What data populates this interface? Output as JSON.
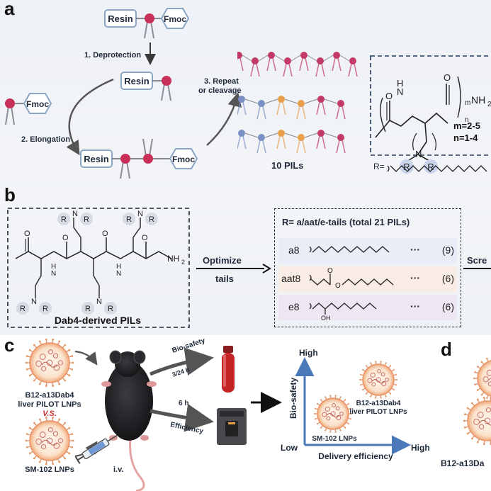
{
  "panel_a": {
    "letter": "a",
    "resin": "Resin",
    "fmoc": "Fmoc",
    "step1": "1. Deprotection",
    "step2": "2. Elongation",
    "step3_line1": "3. Repeat",
    "step3_line2": "or cleavage",
    "pils_count": "10 PILs",
    "nh2": "NH",
    "nh2_sub": "2",
    "m_sub": "m",
    "n_sub": "n",
    "h_label": "H",
    "n_label": "N",
    "o_label": "O",
    "r_label": "R",
    "m_range": "m=2-5",
    "n_range": "n=1-4",
    "r_eq": "R="
  },
  "panel_b": {
    "letter": "b",
    "structure_caption": "Dab4-derived PILs",
    "optimize_line1": "Optimize",
    "optimize_line2": "tails",
    "tails_title": "R= a/aat/e-tails (total 21 PILs)",
    "tails": [
      {
        "name": "a8",
        "count": "(9)",
        "bg": "#e9edf7"
      },
      {
        "name": "aat8",
        "count": "(6)",
        "bg": "#f8ece4"
      },
      {
        "name": "e8",
        "count": "(6)",
        "bg": "#ece7f2"
      }
    ],
    "ellipsis": "···",
    "screen_label": "Scre",
    "nh2": "NH",
    "nh2_sub": "2",
    "oh": "OH",
    "r": "R",
    "n": "N",
    "h": "H",
    "o": "O"
  },
  "panel_c": {
    "letter": "c",
    "lnp1_line1": "B12-a13Dab4",
    "lnp1_line2": "liver PILOT LNPs",
    "vs": "V.S.",
    "lnp2": "SM-102 LNPs",
    "iv": "i.v.",
    "biosafety_label": "Bio-safety",
    "biosafety_time": "3/24 h",
    "efficiency_time": "6 h",
    "efficiency_label": "Efficiency",
    "axis_y": "Bio-safety",
    "axis_x": "Delivery efficiency",
    "high_y": "High",
    "low": "Low",
    "high_x": "High",
    "plot_lnp1_line1": "B12-a13Dab4",
    "plot_lnp1_line2": "liver PILOT LNPs",
    "plot_lnp2": "SM-102 LNPs"
  },
  "panel_d": {
    "letter": "d",
    "label": "B12-a13Da"
  },
  "colors": {
    "bead": "#c8305a",
    "box_border": "#8aa6c4",
    "axis": "#4a78b8",
    "lnp_shell": "#f3b48a",
    "tail_red": "#c33a66",
    "tail_orange": "#e8a04c",
    "tail_blue": "#7a8fc4",
    "r_circle": "#c9d4ec"
  }
}
